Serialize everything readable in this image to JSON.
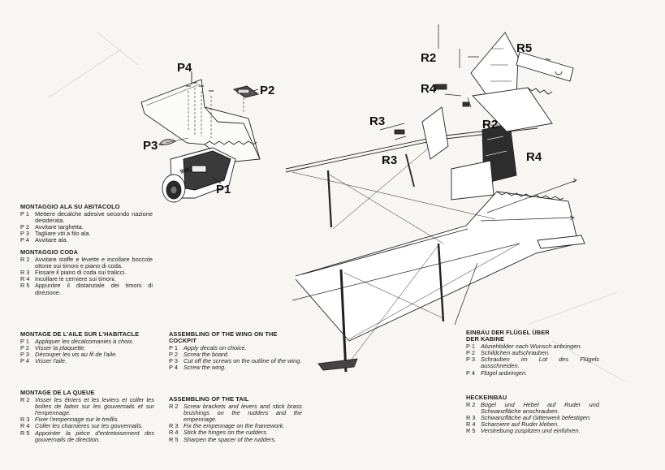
{
  "callouts": {
    "p4": "P4",
    "p2": "P2",
    "p3": "P3",
    "p1": "P1",
    "r2_top": "R2",
    "r5": "R5",
    "r4_top": "R4",
    "r3_a": "R3",
    "r3_b": "R3",
    "r2_mid": "R2",
    "r4_mid": "R4"
  },
  "stamp": "9902",
  "blocks": {
    "it_ala": {
      "title": "MONTAGGIO ALA SU ABITACOLO",
      "steps": [
        {
          "code": "P 1",
          "text": "Mettere decalche adesive secondo nazione desiderata."
        },
        {
          "code": "P 2",
          "text": "Avvitare targhetta."
        },
        {
          "code": "P 3",
          "text": "Tagliare viti a filo ala."
        },
        {
          "code": "P 4",
          "text": "Avvitare ala."
        }
      ]
    },
    "it_coda": {
      "title": "MONTAGGIO CODA",
      "steps": [
        {
          "code": "R 2",
          "text": "Avvitare staffe e levette e incollare boccole ottone sui timoni e piano di coda."
        },
        {
          "code": "R 3",
          "text": "Fissare il piano di coda sui tralicci."
        },
        {
          "code": "R 4",
          "text": "Incollare le cerniere sui timoni."
        },
        {
          "code": "R 5",
          "text": "Appuntire il distanziale dei timoni di direzione."
        }
      ]
    },
    "fr_aile": {
      "title": "MONTAGE DE L'AILE SUR L'HABITACLE",
      "steps": [
        {
          "code": "P 1",
          "text": "Appliquer les décalcomanies à choix."
        },
        {
          "code": "P 2",
          "text": "Visser la plaquette."
        },
        {
          "code": "P 3",
          "text": "Découper les vis au fil de l'aile."
        },
        {
          "code": "P 4",
          "text": "Visser l'aile."
        }
      ]
    },
    "fr_queue": {
      "title": "MONTAGE DE LA QUEUE",
      "steps": [
        {
          "code": "R 2",
          "text": "Visser les étriers et les leviers et coller les boîtes de laiton sur les gouvernails et sur l'empennage."
        },
        {
          "code": "R 3",
          "text": "Fixer l'empennage sur le treillis."
        },
        {
          "code": "R 4",
          "text": "Coller les charnières sur les gouvernails."
        },
        {
          "code": "R 5",
          "text": "Appointer la pièce d'entretoisement des gouvernails de direction."
        }
      ]
    },
    "en_wing": {
      "title": "ASSEMBLING OF THE WING ON THE COCKPIT",
      "steps": [
        {
          "code": "P 1",
          "text": "Apply decals on choice."
        },
        {
          "code": "P 2",
          "text": "Screw the board."
        },
        {
          "code": "P 3",
          "text": "Cut off the screws on the outline of the wing."
        },
        {
          "code": "P 4",
          "text": "Screw the wing."
        }
      ]
    },
    "en_tail": {
      "title": "ASSEMBLING OF THE TAIL",
      "steps": [
        {
          "code": "R 2",
          "text": "Screw brackets and levers and stick brass brushings on the rudders and the empennage."
        },
        {
          "code": "R 3",
          "text": "Fix the empennage on the framework."
        },
        {
          "code": "R 4",
          "text": "Stick the hinges on the rudders."
        },
        {
          "code": "R 5",
          "text": "Sharpen the spacer of the rudders."
        }
      ]
    },
    "de_fluegel": {
      "title": "EINBAU DER FLÜGEL ÜBER DER KABINE",
      "steps": [
        {
          "code": "P 1",
          "text": "Abziehbilder nach Wunsch anbringen."
        },
        {
          "code": "P 2",
          "text": "Schildchen aufschrauben."
        },
        {
          "code": "P 3",
          "text": "Schrauben im Lot des Flügels ausschneiden."
        },
        {
          "code": "P 4",
          "text": "Flügel anbringen."
        }
      ]
    },
    "de_heck": {
      "title": "HECKEINBAU",
      "steps": [
        {
          "code": "R 2",
          "text": "Bügel und Hebel auf Ruder und Schwanzfläche anschrauben."
        },
        {
          "code": "R 3",
          "text": "Schwanzfläche auf Gitterwerk befestigen."
        },
        {
          "code": "R 4",
          "text": "Scharniere auf Ruder kleben."
        },
        {
          "code": "R 5",
          "text": "Verstrebung zuspitzen und einführen."
        }
      ]
    }
  }
}
